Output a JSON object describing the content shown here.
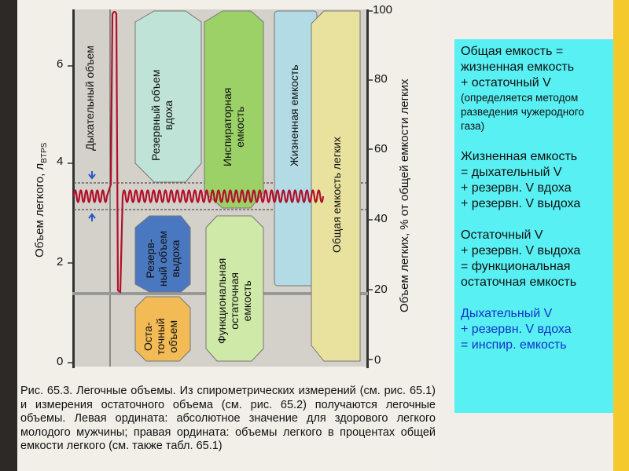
{
  "figure": {
    "left_axis": {
      "title": "Объем легкого, л",
      "title_sub": "BTPS",
      "ticks": [
        "0",
        "2",
        "4",
        "6"
      ]
    },
    "right_axis": {
      "title": "Объем легких, % от общей емкости легких",
      "ticks": [
        "0",
        "20",
        "40",
        "60",
        "80",
        "100"
      ]
    },
    "labels": {
      "tidal_volume": "Дыхательный объем",
      "inspiratory_reserve": "Резервный объем\nвдоха",
      "inspiratory_capacity": "Инспираторная\nемкость",
      "vital_capacity": "Жизненная емкость",
      "total_capacity": "Общая емкость легких",
      "expiratory_reserve": "Резерв-\nный объем\nвыдоха",
      "functional_residual": "Функциональная\nостаточная\nемкость",
      "residual_volume": "Оста-\nточный\nобъем"
    },
    "colors": {
      "spirogram": "#b0102a",
      "inspiratory_reserve": "#bfe3d6",
      "inspiratory_capacity": "#9bd166",
      "vital_capacity": "#b2dbe6",
      "total_capacity": "#e9e19e",
      "expiratory_reserve": "#4a78c0",
      "functional_residual": "#cfe9a8",
      "residual_volume": "#f2bb55"
    },
    "caption": "Рис. 65.3. Легочные объемы. Из спирометрических измерений (см. рис. 65.1) и измерения остаточного объема (см. рис. 65.2) получаются легочные объемы. Левая ордината: абсолютное значение для здорового легкого молодого мужчины; правая ордината: объемы легкого в процентах общей емкости легкого (см. также табл. 65.1)"
  },
  "info_panel": {
    "block1": {
      "line1": "Общая емкость =",
      "line2": "жизненная емкость",
      "line3": "+ остаточный V",
      "note": "(определяется методом разведения чужеродного газа)"
    },
    "block2": {
      "line1": "Жизненная емкость",
      "line2": "= дыхательный V",
      "line3": "+ резервн. V вдоха",
      "line4": "+ резервн. V выдоха"
    },
    "block3": {
      "line1": "Остаточный V",
      "line2": "+ резервн. V выдоха",
      "line3": "= функциональная",
      "line4": "остаточная емкость"
    },
    "block4": {
      "line1": "Дыхательный V",
      "line2": "+ резервн. V вдоха",
      "line3": "= инспир. емкость"
    }
  }
}
